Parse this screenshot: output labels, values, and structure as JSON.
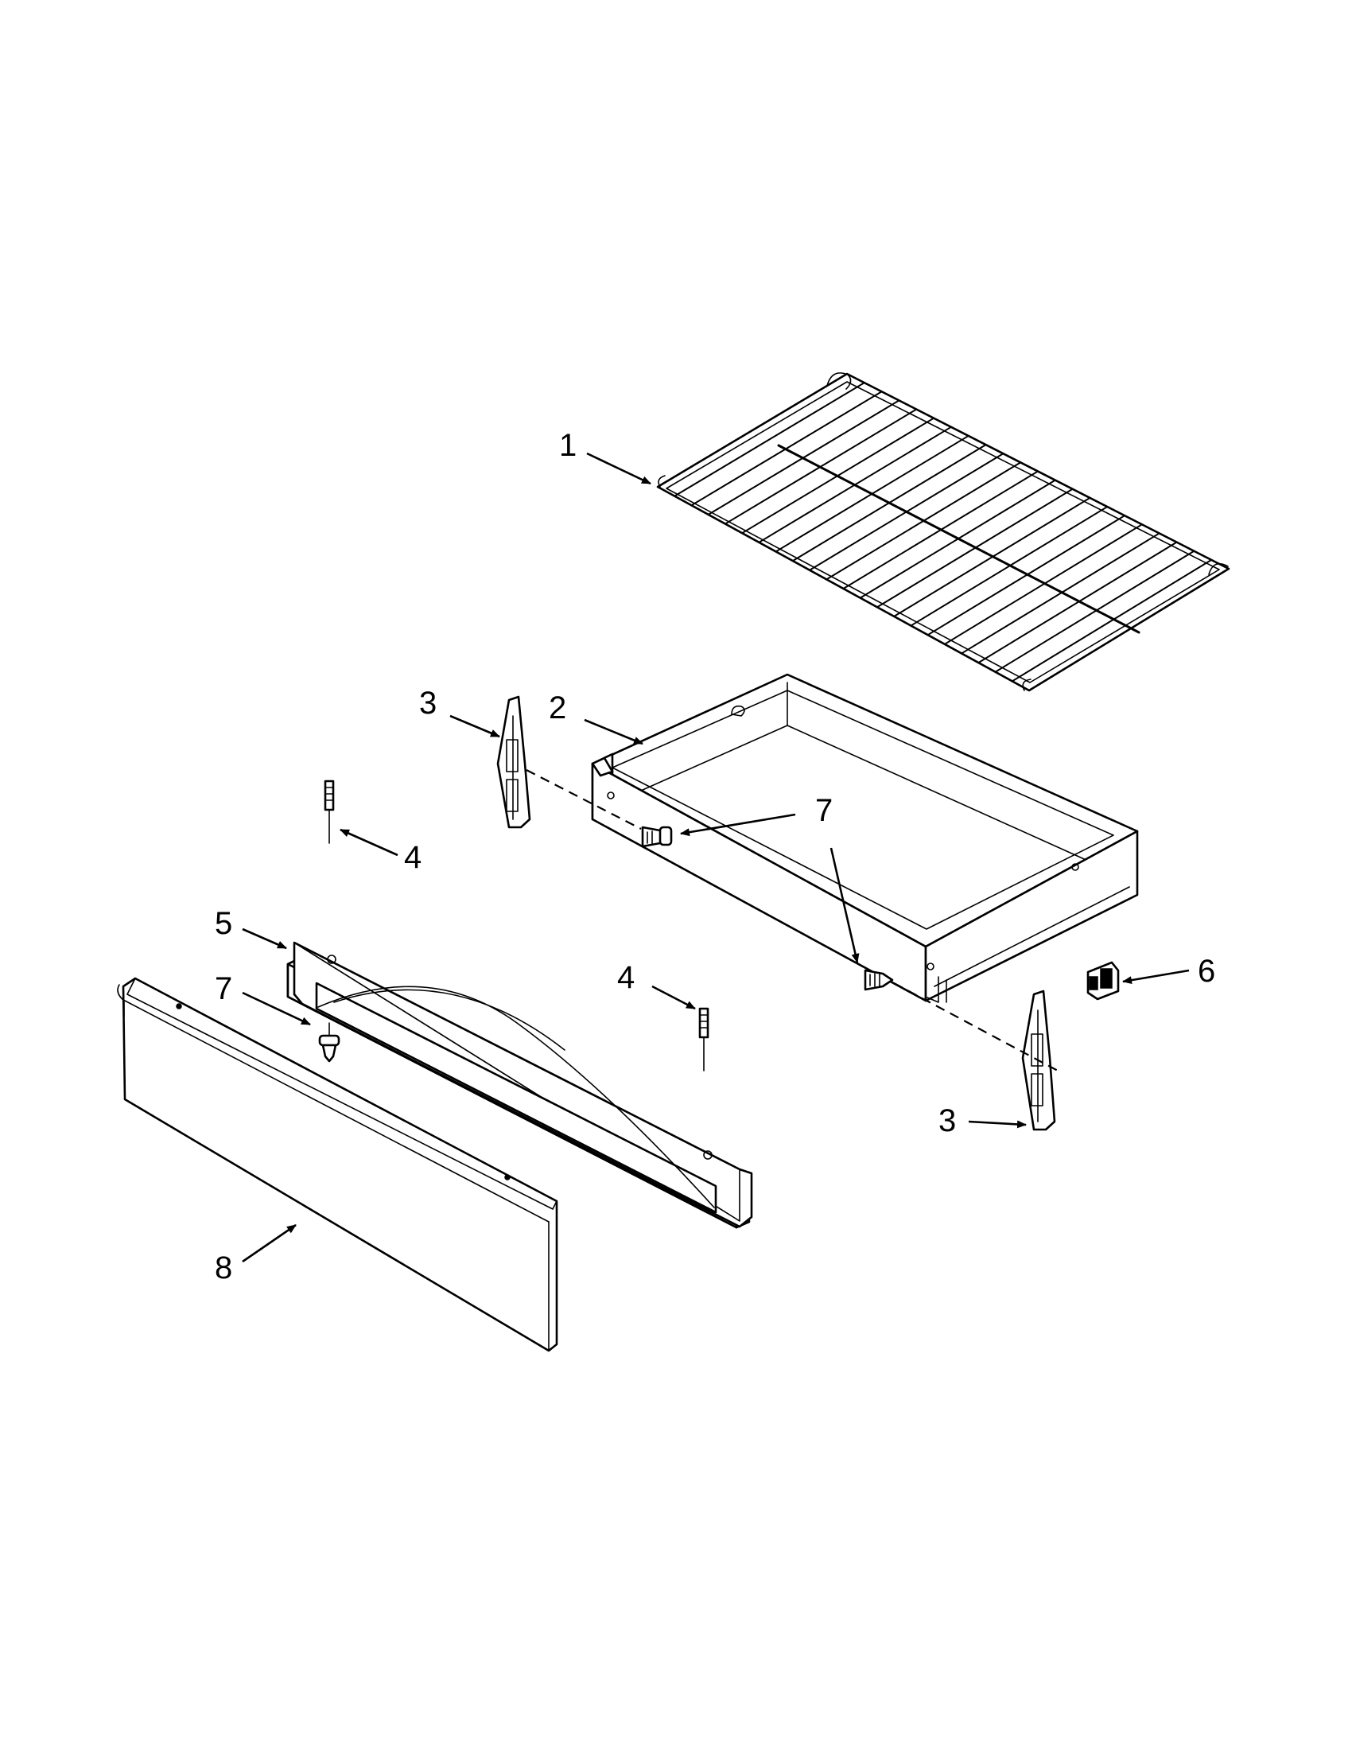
{
  "diagram": {
    "callouts": [
      {
        "id": "c1",
        "label": "1"
      },
      {
        "id": "c2",
        "label": "2"
      },
      {
        "id": "c3a",
        "label": "3"
      },
      {
        "id": "c3b",
        "label": "3"
      },
      {
        "id": "c4a",
        "label": "4"
      },
      {
        "id": "c4b",
        "label": "4"
      },
      {
        "id": "c5",
        "label": "5"
      },
      {
        "id": "c6",
        "label": "6"
      },
      {
        "id": "c7a",
        "label": "7"
      },
      {
        "id": "c7b",
        "label": "7"
      },
      {
        "id": "c8",
        "label": "8"
      }
    ]
  }
}
